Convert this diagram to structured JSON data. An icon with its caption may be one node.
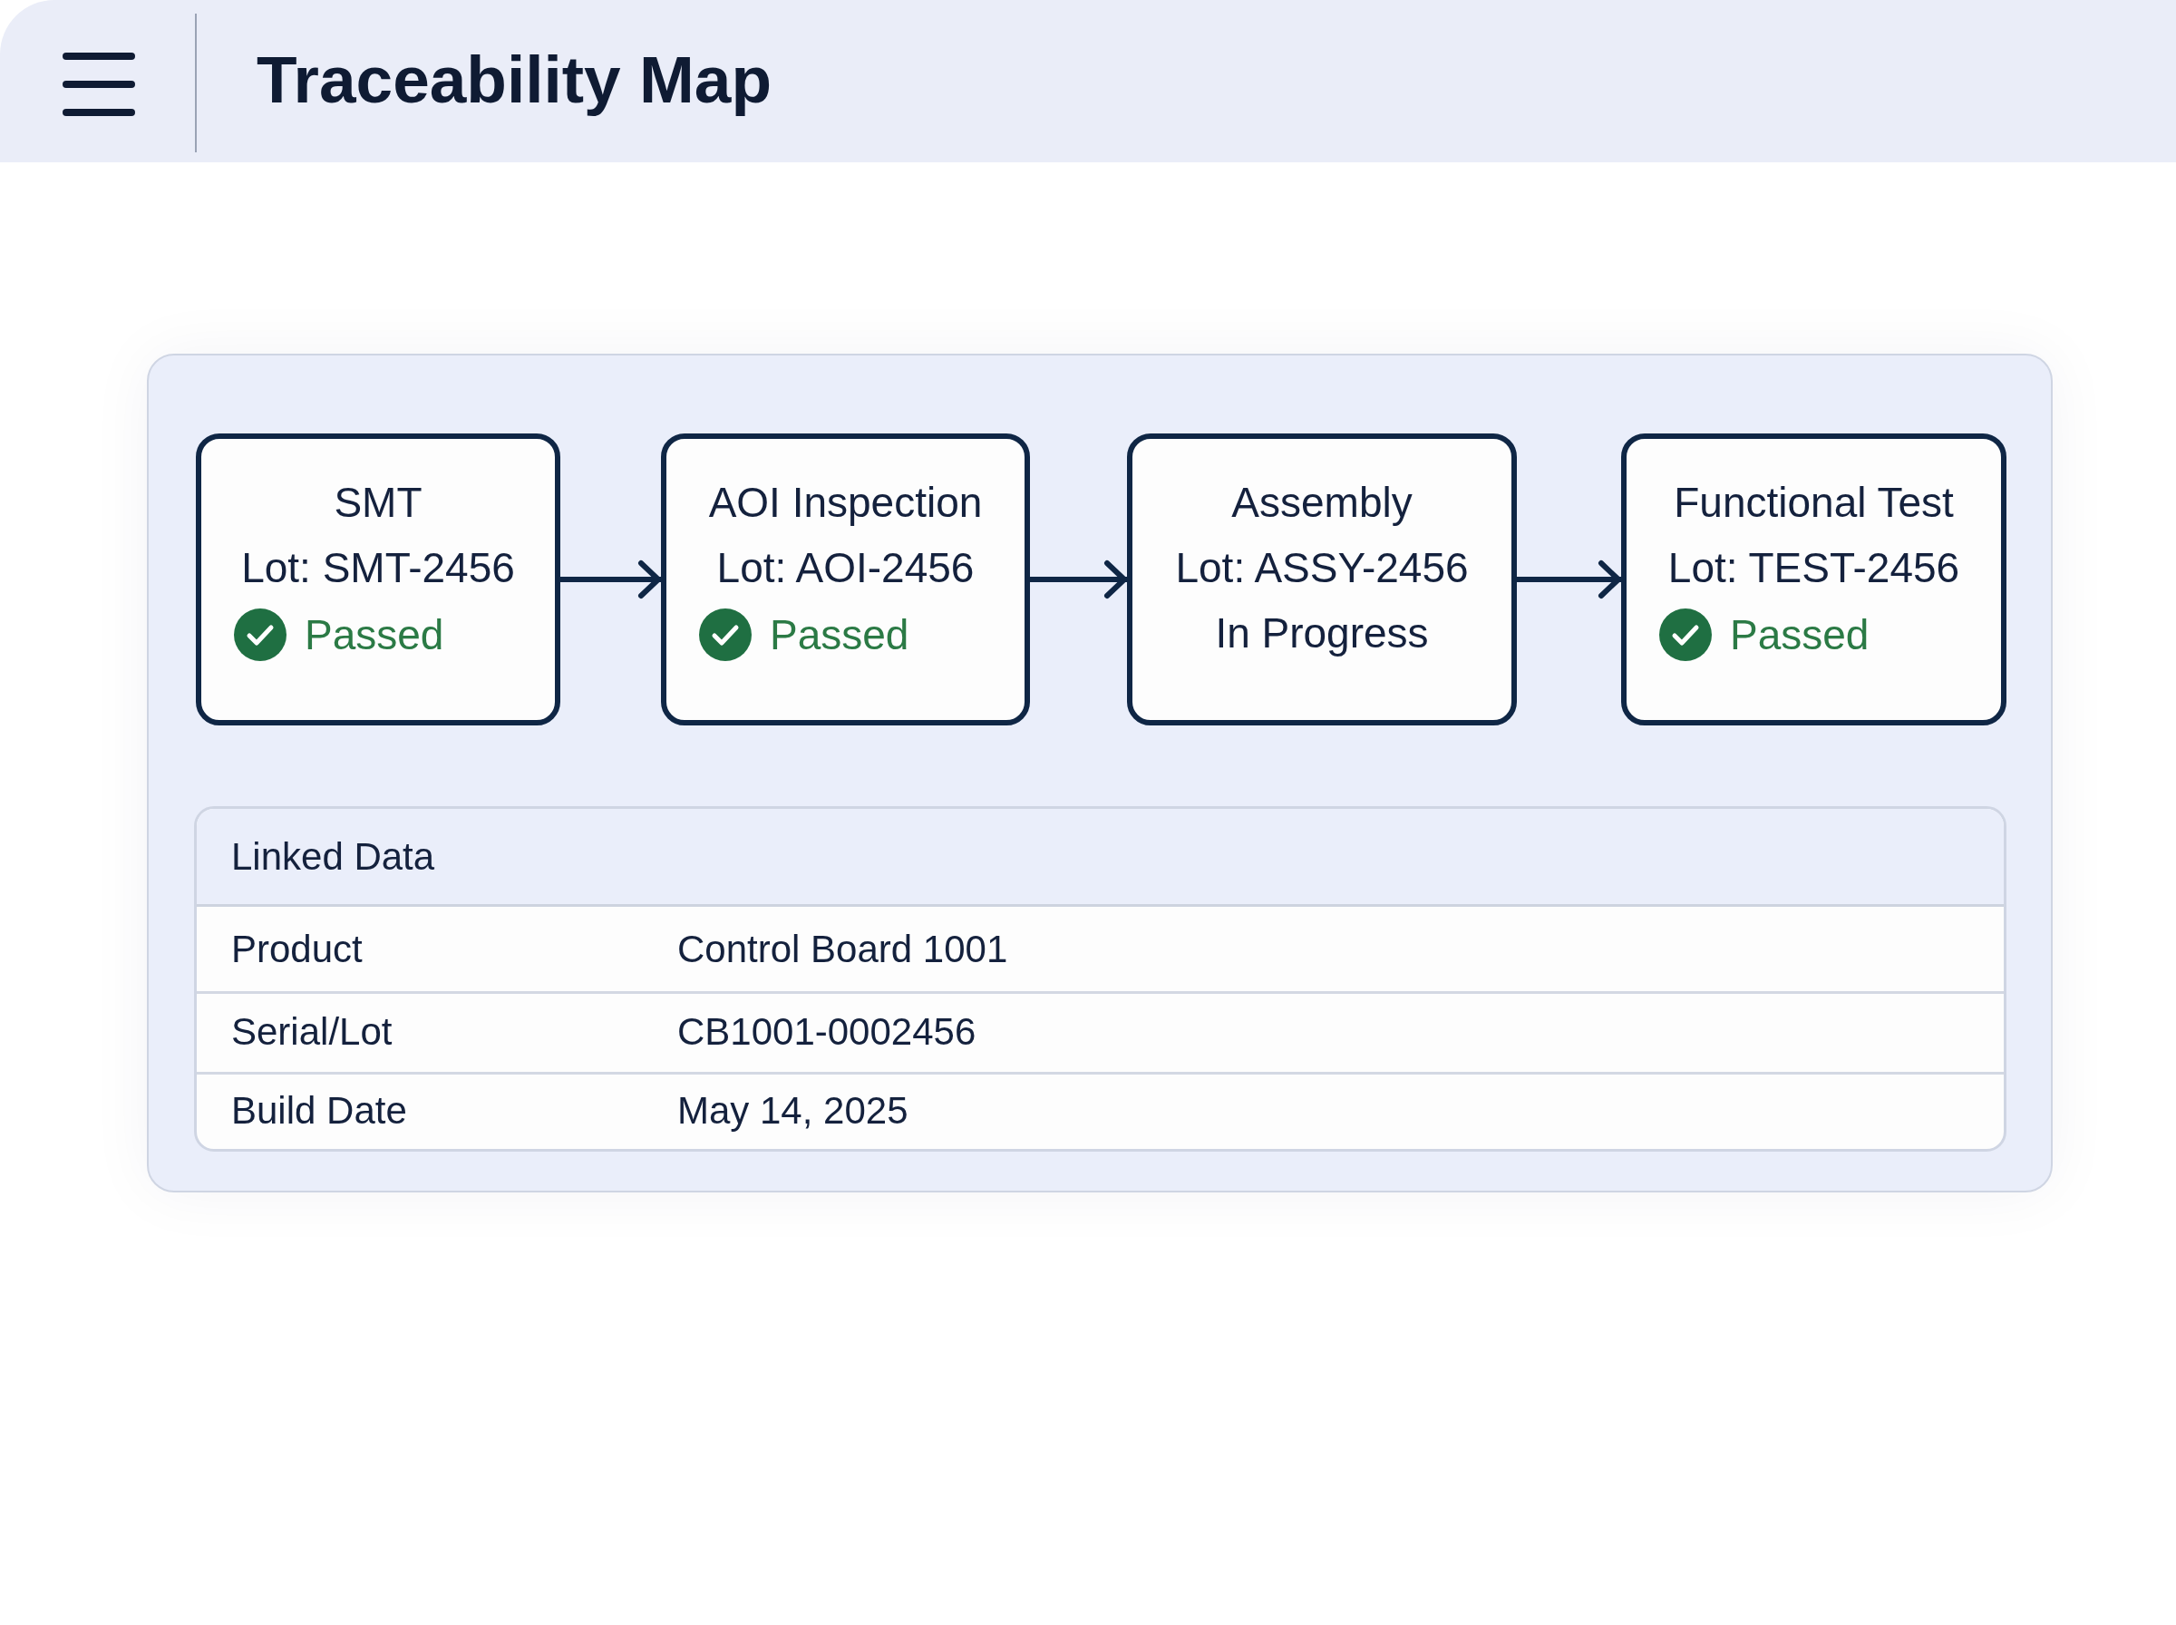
{
  "diagram": {
    "title": "Traceability Map",
    "nodes": [
      {
        "text": [
          "SMT",
          "Lot: SMT-2456",
          "Passed"
        ]
      },
      {
        "text": [
          "AOI Inspection",
          "Lot: AOI-2456",
          "Passed"
        ]
      },
      {
        "text": [
          "Assembly",
          "Lot: ASSY-2456",
          "In Progress"
        ]
      },
      {
        "text": [
          "Functional Test",
          "Lot: TEST-2456",
          "Passed"
        ]
      }
    ],
    "edges": [
      {
        "from": 0,
        "to": 1,
        "arrow": "to"
      },
      {
        "from": 1,
        "to": 2,
        "arrow": "to"
      },
      {
        "from": 2,
        "to": 3,
        "arrow": "to"
      }
    ],
    "labels": [
      "Linked Data",
      "Product",
      "Control Board 1001",
      "Serial/Lot",
      "CB1001-0002456",
      "Build Date",
      "May 14, 2025"
    ]
  }
}
